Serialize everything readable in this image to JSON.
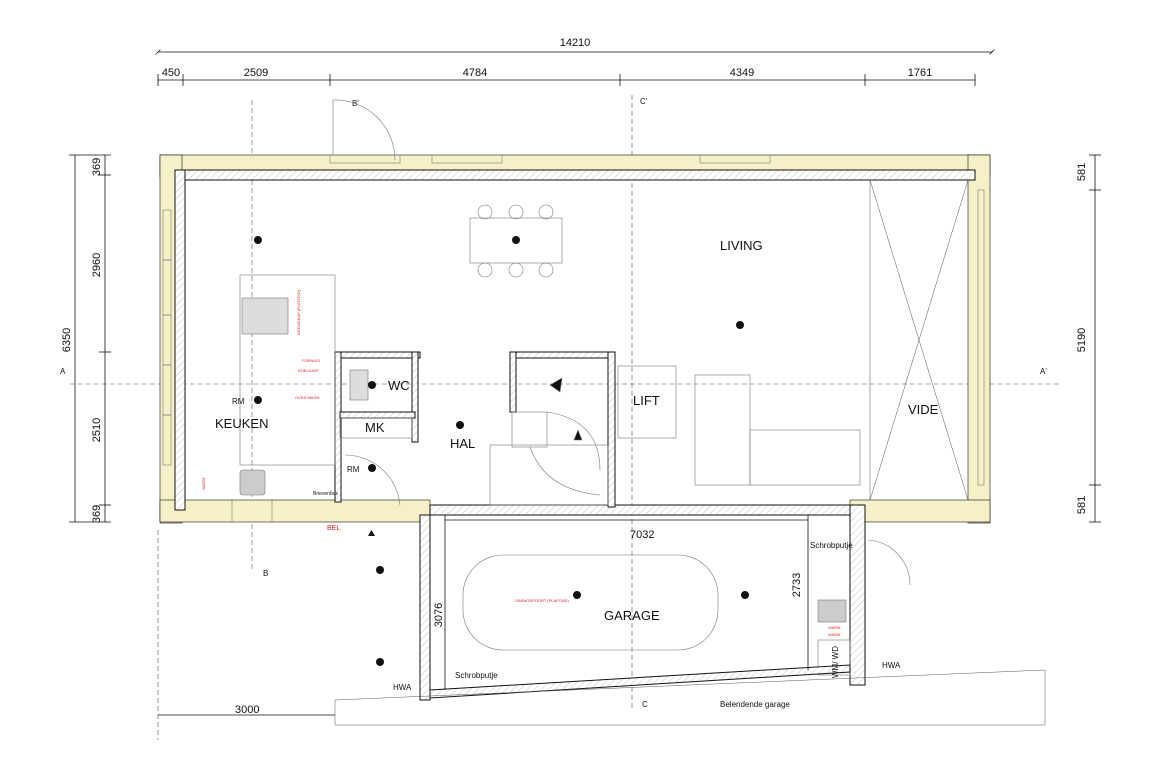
{
  "dimensions": {
    "total_width": "14210",
    "segments": [
      "450",
      "2509",
      "4784",
      "4349",
      "1761"
    ],
    "left_total": "6350",
    "left_segments": [
      "369",
      "2960",
      "2510",
      "369"
    ],
    "right_segments": [
      "581",
      "5190",
      "581"
    ],
    "garage_width": "7032",
    "garage_depth_left": "3076",
    "garage_depth_right": "2733",
    "offset_bottom": "3000"
  },
  "sections": {
    "a": "A",
    "a_prime": "A'",
    "b": "B",
    "b_prime": "B'",
    "c": "C",
    "c_prime": "C'"
  },
  "rooms": {
    "living": "LIVING",
    "keuken": "KEUKEN",
    "wc": "WC",
    "mk": "MK",
    "hal": "HAL",
    "lift": "LIFT",
    "vide": "VIDE",
    "garage": "GARAGE",
    "wm_wd": "WM/ WD"
  },
  "labels": {
    "rm1": "RM",
    "rm2": "RM",
    "bel": "BEL",
    "brievenbus": "Brievenbus",
    "schrobputje1": "Schrobputje",
    "schrobputje2": "Schrobputje",
    "hwa1": "HWA",
    "hwa2": "HWA",
    "belendende_garage": "Belendende garage",
    "fornuis": "FORNUIS",
    "koelkast": "KOELKAST",
    "oven": "OVEN MAGN",
    "warm1": "WARM",
    "warm2": "WARM",
    "warm3": "WARM",
    "garagepoort": "GARAGEPOORT (PLAFOND)",
    "afzuigkap": "AFZUIGKAP (PLAFOND)"
  },
  "colors": {
    "annotation": "#e02020",
    "insulation": "#f6f0c8"
  }
}
